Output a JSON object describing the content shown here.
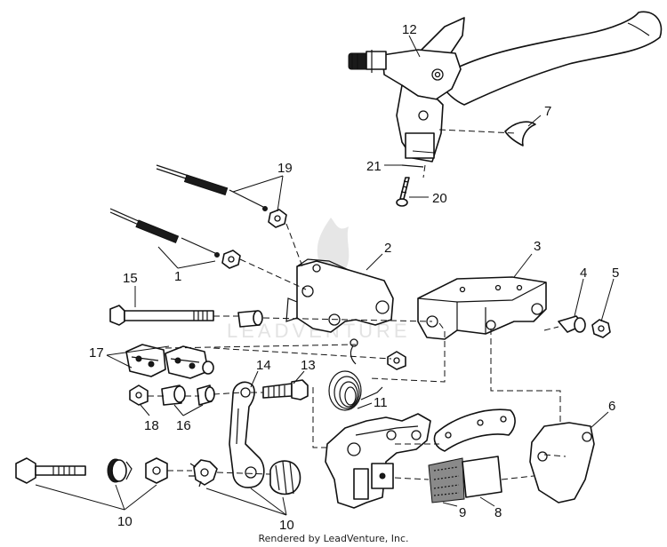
{
  "callouts": {
    "c1": "1",
    "c2": "2",
    "c3": "3",
    "c4": "4",
    "c5": "5",
    "c6": "6",
    "c7": "7",
    "c8": "8",
    "c9": "9",
    "c10a": "10",
    "c10b": "10",
    "c11": "11",
    "c12": "12",
    "c13": "13",
    "c14": "14",
    "c15": "15",
    "c16": "16",
    "c17": "17",
    "c18": "18",
    "c19": "19",
    "c20": "20",
    "c21": "21"
  },
  "footer": {
    "credit": "Rendered by LeadVenture, Inc."
  },
  "watermark": {
    "text": "LEADVENTURE"
  }
}
